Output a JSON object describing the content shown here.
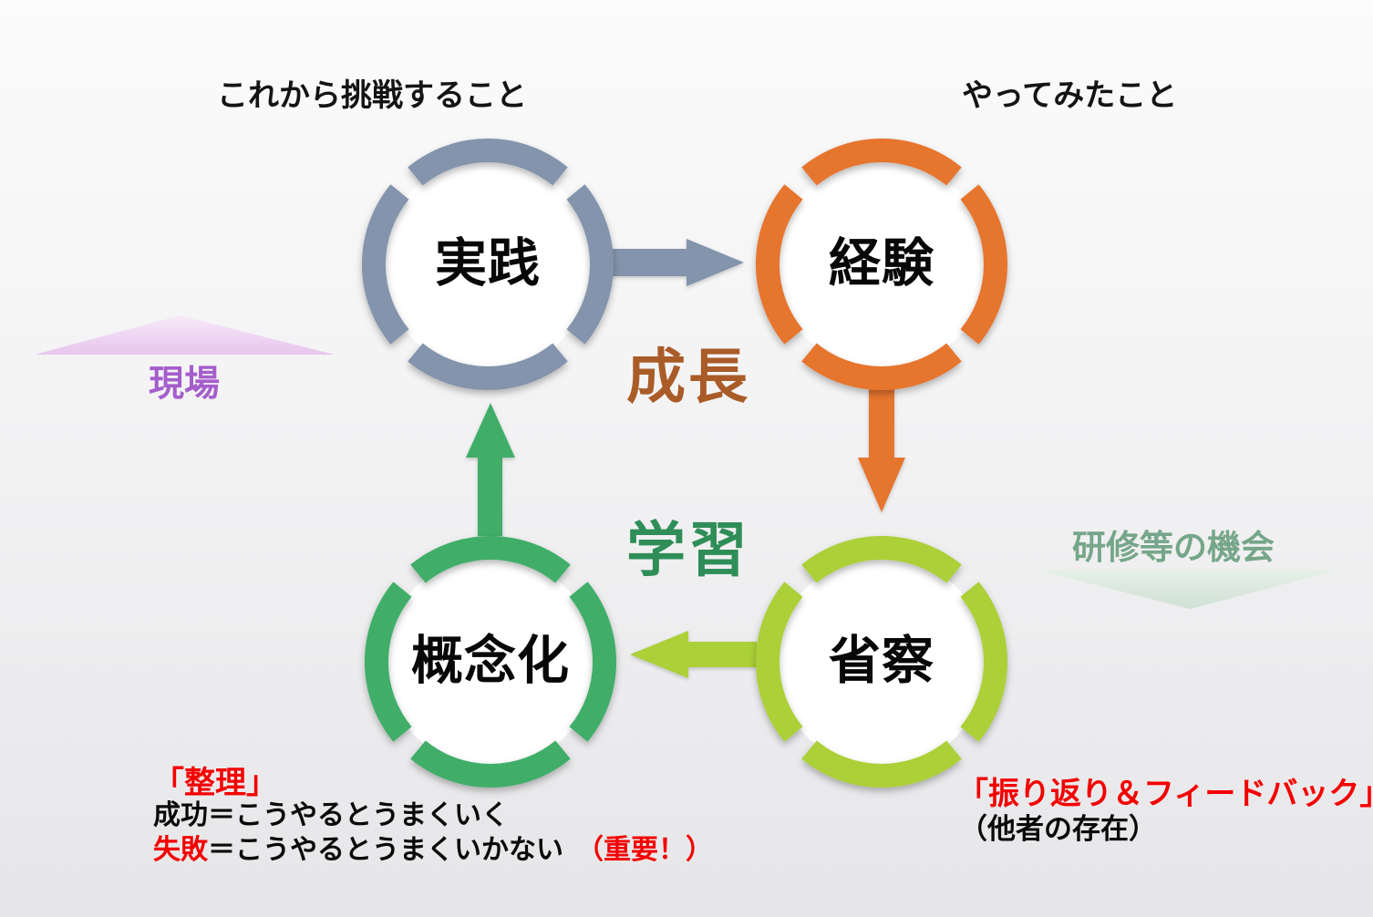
{
  "annotations": {
    "top_left": "これから挑戦すること",
    "top_right": "やってみたこと",
    "growth": "成長",
    "learning": "学習",
    "genba": "現場",
    "kenshu": "研修等の機会"
  },
  "nodes": {
    "practice": {
      "label": "実践",
      "color": "#8394ac"
    },
    "experience": {
      "label": "経験",
      "color": "#e6752f"
    },
    "reflection": {
      "label": "省察",
      "color": "#abd039"
    },
    "conceptualization": {
      "label": "概念化",
      "color": "#3fae69"
    }
  },
  "arrows": [
    {
      "from": "実践",
      "to": "経験",
      "color": "#8394ac"
    },
    {
      "from": "経験",
      "to": "省察",
      "color": "#e6752f"
    },
    {
      "from": "省察",
      "to": "概念化",
      "color": "#abd039"
    },
    {
      "from": "概念化",
      "to": "実践",
      "color": "#3fae69"
    }
  ],
  "notes_left": {
    "title": "「整理」",
    "line1": "成功＝こうやるとうまくいく",
    "line2_prefix": "失敗",
    "line2_body": "＝こうやるとうまくいかない",
    "line2_emphasis": "（重要！）"
  },
  "notes_right": {
    "title": "「振り返り＆フィードバック」",
    "subtitle": "（他者の存在）"
  },
  "colors": {
    "growth_text": "#aa5c28",
    "learning_text": "#2f8e58",
    "genba_text": "#a55ecb",
    "genba_triangle_top": "#f7e9f9",
    "genba_triangle_bottom": "#e8c5ee",
    "kenshu_text": "#76a689",
    "kenshu_triangle_top": "#e6f0e8",
    "kenshu_triangle_bottom": "#d0e0d5",
    "emphasis_red": "#f40000"
  }
}
